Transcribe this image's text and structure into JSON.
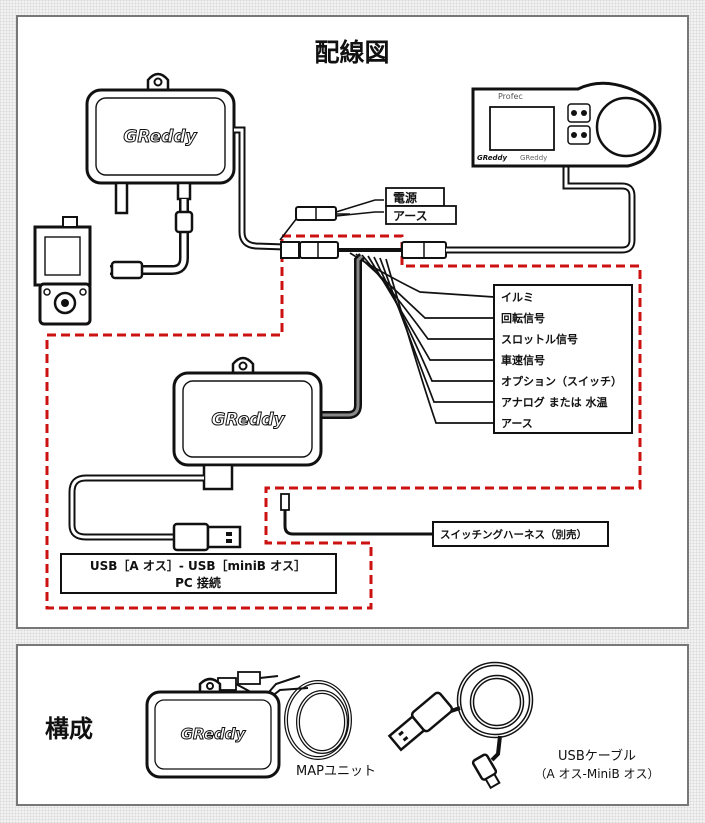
{
  "diagram": {
    "title": "配線図",
    "connectors": {
      "power": "電源",
      "ground": "アース"
    },
    "signals": [
      "イルミ",
      "回転信号",
      "スロットル信号",
      "車速信号",
      "オプション（スイッチ）",
      "アナログ または 水温",
      "アース"
    ],
    "switching_harness": "スイッチングハーネス（別売）",
    "usb_label_line1": "USB［A オス］- USB［miniB オス］",
    "usb_label_line2": "PC 接続",
    "brand_text": "GReddy",
    "controller": {
      "brand": "GReddy",
      "mode_text": "Profec",
      "bottom_text": "GReddy"
    }
  },
  "components": {
    "heading": "構成",
    "map_unit_label": "MAPユニット",
    "usb_cable_label_line1": "USBケーブル",
    "usb_cable_label_line2": "（A オス-MiniB オス）"
  },
  "colors": {
    "dashed_boundary": "#cc1111",
    "line": "#111111",
    "panel_border": "#777777"
  }
}
